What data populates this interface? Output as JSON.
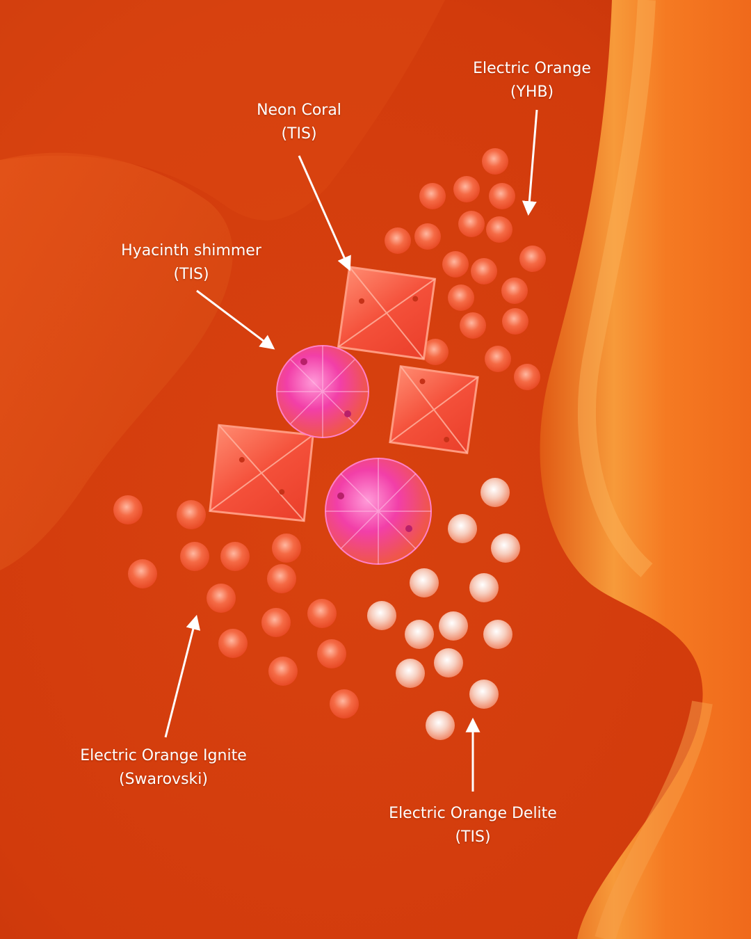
{
  "labels": {
    "electric_orange": {
      "name": "Electric Orange",
      "brand": "(YHB)"
    },
    "neon_coral": {
      "name": "Neon Coral",
      "brand": "(TIS)"
    },
    "hyacinth_shimmer": {
      "name": "Hyacinth shimmer",
      "brand": "(TIS)"
    },
    "electric_orange_ignite": {
      "name": "Electric Orange Ignite",
      "brand": "(Swarovski)"
    },
    "electric_orange_delite": {
      "name": "Electric Orange Delite",
      "brand": "(TIS)"
    }
  },
  "colors": {
    "fabric": "#d8400f",
    "fabric_light": "#f5701f",
    "label_text": "#ffffff",
    "stone_orange": "#f2633d",
    "stone_pink": "#f0389a",
    "stone_delite": "#f7c7b8"
  }
}
